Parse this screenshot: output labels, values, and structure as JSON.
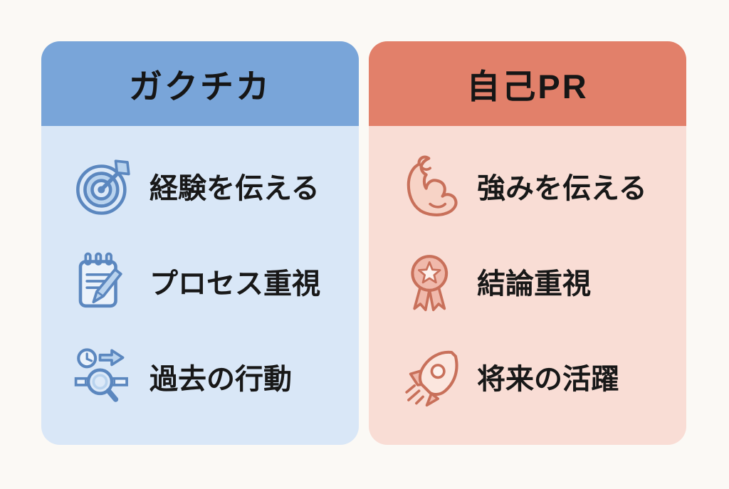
{
  "page": {
    "background_color": "#fbf9f5",
    "text_color": "#181818"
  },
  "panels": [
    {
      "id": "gakuchika",
      "title": "ガクチカ",
      "header_color": "#79a5d9",
      "body_color": "#d9e7f7",
      "icon_stroke_color": "#5b87bf",
      "icon_fill_color": "#b9d3ee",
      "items": [
        {
          "icon": "target-arrow-icon",
          "label": "経験を伝える"
        },
        {
          "icon": "notepad-pencil-icon",
          "label": "プロセス重視"
        },
        {
          "icon": "clock-arrow-magnifier-icon",
          "label": "過去の行動"
        }
      ]
    },
    {
      "id": "jiko-pr",
      "title": "自己PR",
      "header_color": "#e2806a",
      "body_color": "#f9ddd5",
      "icon_stroke_color": "#c8705a",
      "icon_fill_color": "#f0b9ab",
      "items": [
        {
          "icon": "flexed-bicep-icon",
          "label": "強みを伝える"
        },
        {
          "icon": "medal-star-icon",
          "label": "結論重視"
        },
        {
          "icon": "rocket-icon",
          "label": "将来の活躍"
        }
      ]
    }
  ]
}
